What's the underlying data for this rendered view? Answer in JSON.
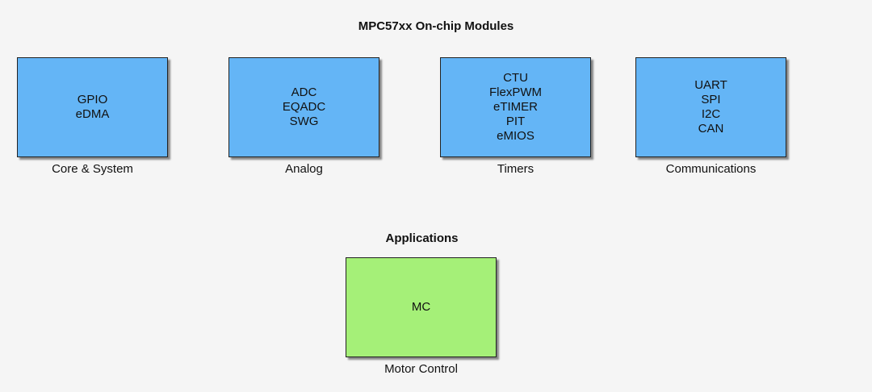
{
  "titles": {
    "modules": "MPC57xx On-chip Modules",
    "applications": "Applications"
  },
  "colors": {
    "module_fill": "#64b5f6",
    "application_fill": "#a5f078",
    "background": "#f5f5f5"
  },
  "modules": [
    {
      "caption": "Core & System",
      "lines": [
        "GPIO",
        "eDMA"
      ]
    },
    {
      "caption": "Analog",
      "lines": [
        "ADC",
        "EQADC",
        "SWG"
      ]
    },
    {
      "caption": "Timers",
      "lines": [
        "CTU",
        "FlexPWM",
        "eTIMER",
        "PIT",
        "eMIOS"
      ]
    },
    {
      "caption": "Communications",
      "lines": [
        "UART",
        "SPI",
        "I2C",
        "CAN"
      ]
    }
  ],
  "applications": [
    {
      "caption": "Motor Control",
      "lines": [
        "MC"
      ]
    }
  ]
}
